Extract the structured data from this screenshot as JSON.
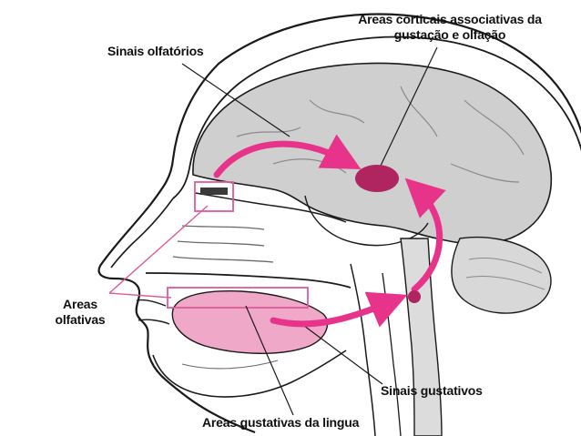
{
  "labels": {
    "cortical_areas": {
      "line1": "Areas corticais associativas da",
      "line2": "gustação e olfação"
    },
    "olfactory_signals": "Sinais olfatórios",
    "olfactory_areas": {
      "line1": "Areas",
      "line2": "olfativas"
    },
    "taste_signals": "Sinais gustativos",
    "tongue_taste_areas": "Areas gustativas da lingua"
  },
  "colors": {
    "pathway": "#e8338b",
    "highlight_box": "#e05a9a",
    "tongue_fill": "#f0a8c8",
    "brain_fill": "#cfcfcf",
    "center_node": "#b0245f",
    "outline": "#1a1a1a"
  }
}
